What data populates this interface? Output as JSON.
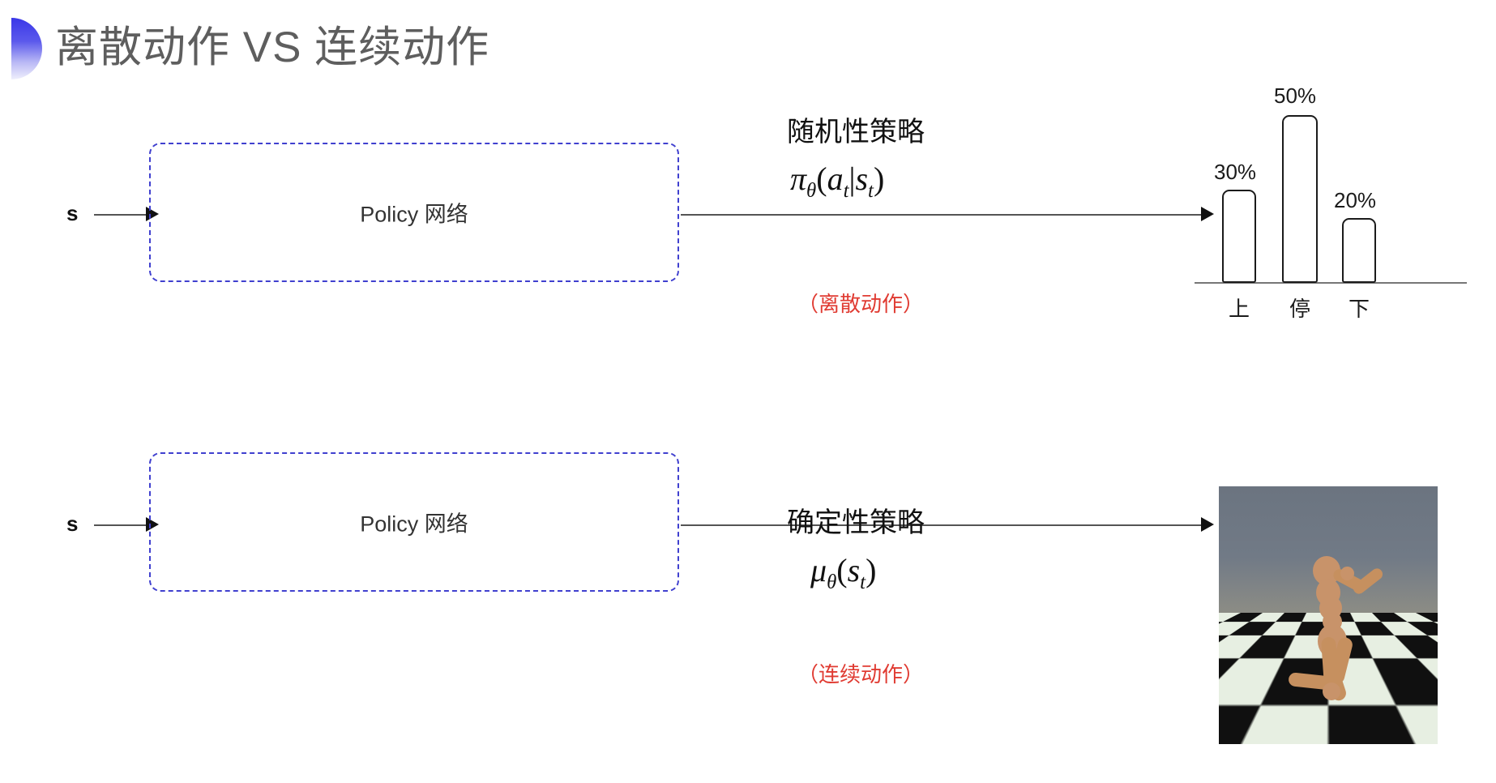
{
  "slide": {
    "title": "离散动作 VS 连续动作",
    "title_color": "#5e5e5e",
    "accent_color": "#3a37e8",
    "dashed_box_color": "#4040cf",
    "red_note_color": "#e03b32",
    "background": "#ffffff"
  },
  "rows": [
    {
      "id": "discrete",
      "input_label": "s",
      "box_label": "Policy 网络",
      "policy_name": "随机性策略",
      "formula_pi": "π",
      "formula_theta": "θ",
      "formula_body_open": "(",
      "formula_a": "a",
      "formula_a_sub": "t",
      "formula_bar": "|",
      "formula_s": "s",
      "formula_s_sub": "t",
      "formula_body_close": ")",
      "formula_plain": "πθ(at|st)",
      "red_note": "（离散动作）"
    },
    {
      "id": "continuous",
      "input_label": "s",
      "box_label": "Policy 网络",
      "policy_name": "确定性策略",
      "formula_mu": "μ",
      "formula_theta": "θ",
      "formula_body_open": "(",
      "formula_s": "s",
      "formula_s_sub": "t",
      "formula_body_close": ")",
      "formula_plain": "μθ(st)",
      "red_note": "（连续动作）"
    }
  ],
  "chart_data": {
    "type": "bar",
    "title": "",
    "xlabel": "",
    "ylabel": "",
    "categories": [
      "上",
      "停",
      "下"
    ],
    "values": [
      30,
      50,
      20
    ],
    "value_labels": [
      "30%",
      "50%",
      "20%"
    ],
    "ylim": [
      0,
      60
    ],
    "grid": false,
    "legend": "none",
    "bar_fill": "#ffffff",
    "bar_stroke": "#1b1b1b"
  },
  "sim_image": {
    "name": "humanoid-mujoco-render",
    "caption": ""
  }
}
